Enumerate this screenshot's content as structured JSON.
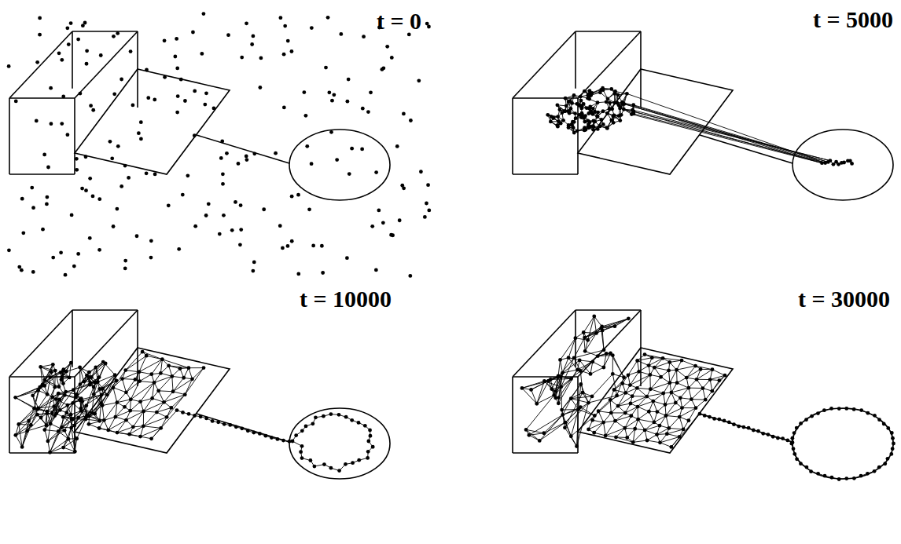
{
  "diagram": {
    "labels": [
      "t = 0",
      "t = 5000",
      "t = 10000",
      "t = 30000"
    ]
  }
}
